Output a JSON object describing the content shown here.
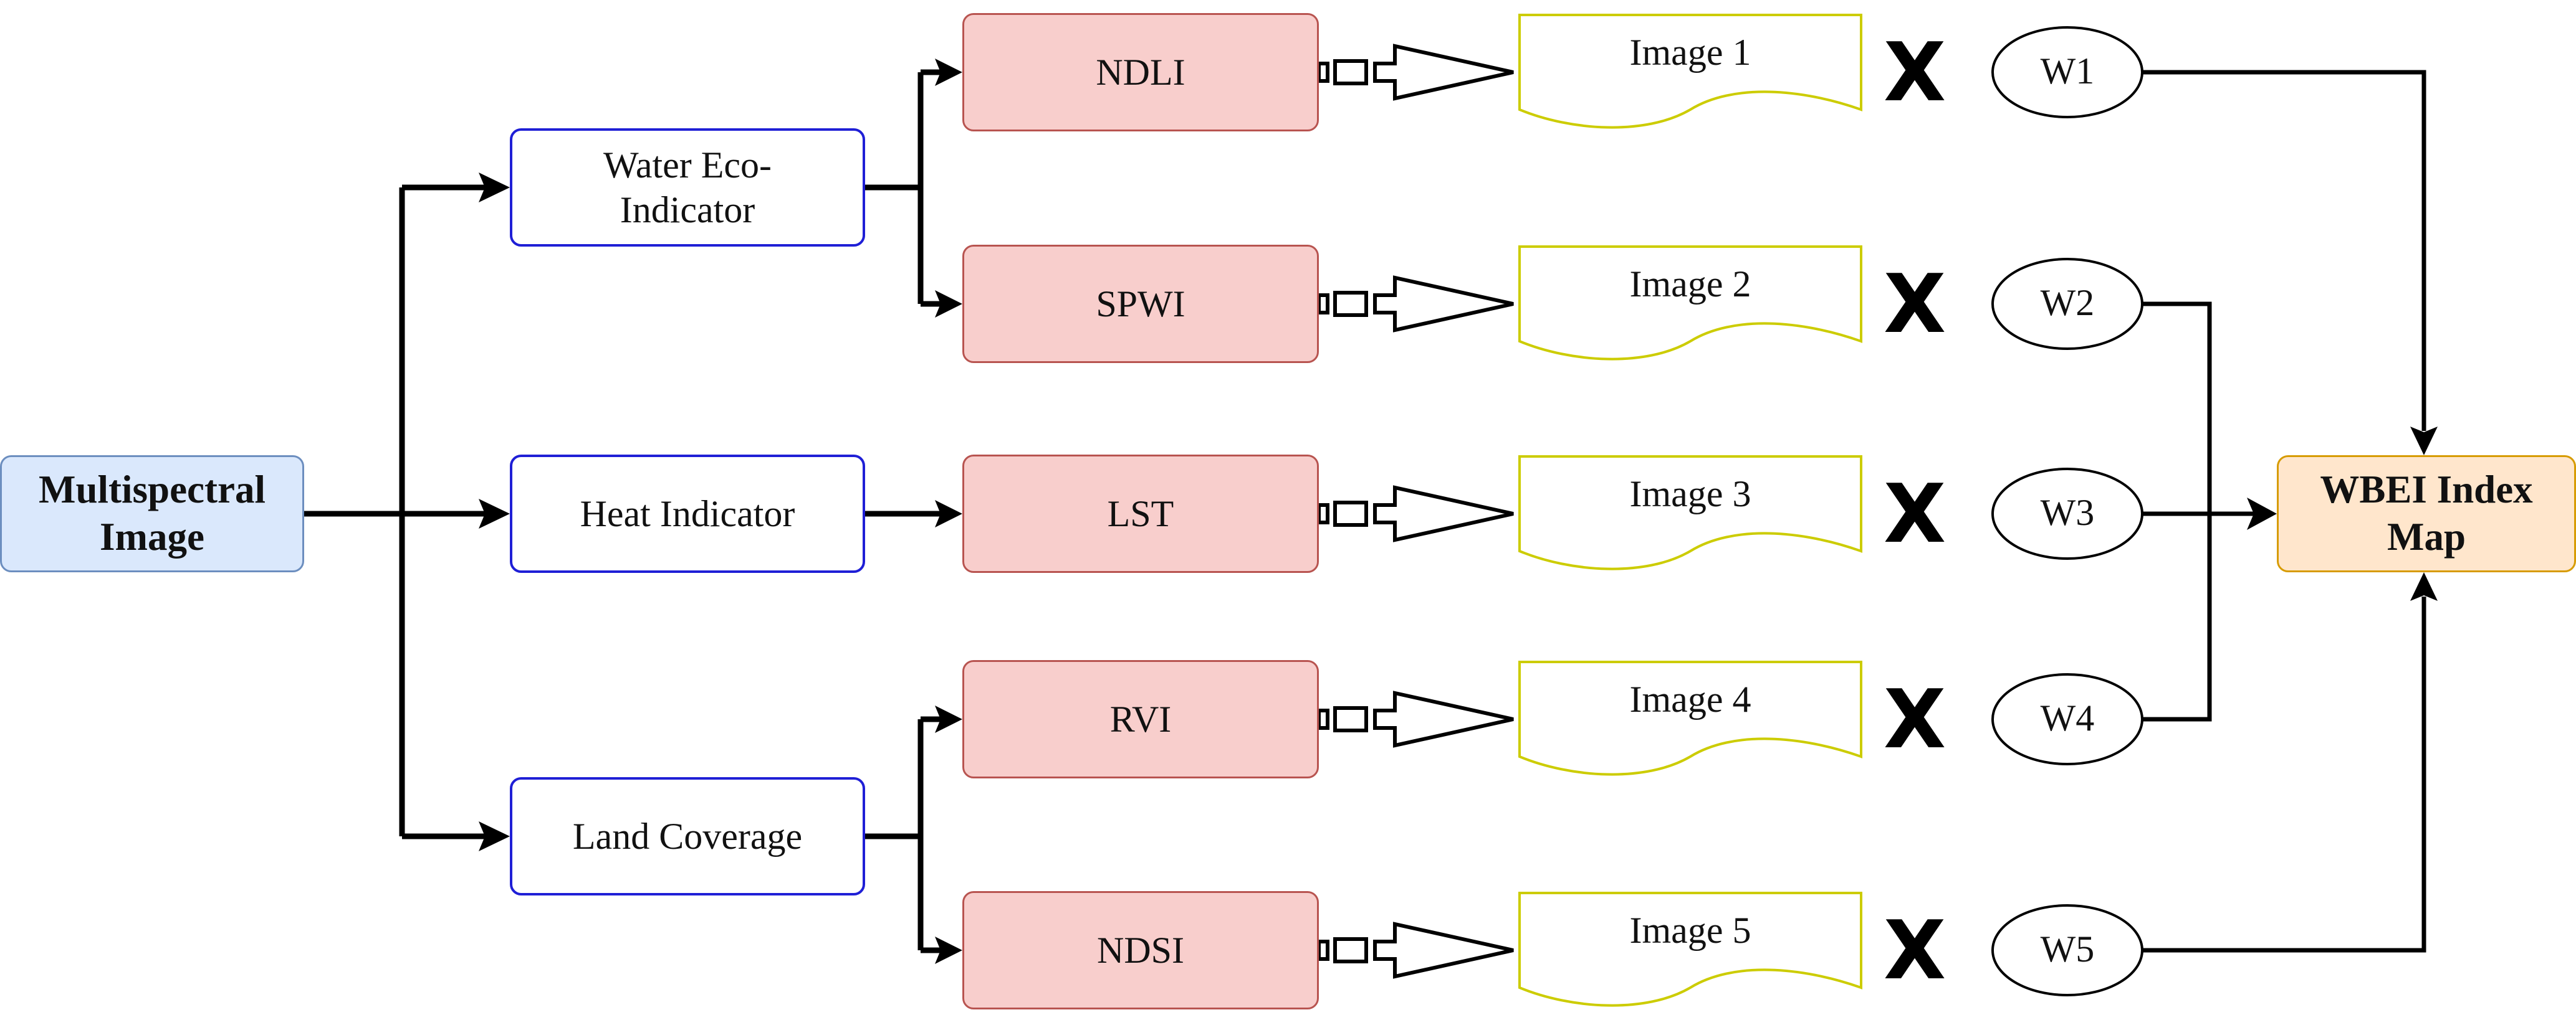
{
  "source_node": {
    "line1": "Multispectral",
    "line2": "Image"
  },
  "indicators": [
    {
      "line1": "Water Eco-",
      "line2": "Indicator"
    },
    {
      "label": "Heat Indicator"
    },
    {
      "label": "Land Coverage"
    }
  ],
  "indices": [
    {
      "label": "NDLI"
    },
    {
      "label": "SPWI"
    },
    {
      "label": "LST"
    },
    {
      "label": "RVI"
    },
    {
      "label": "NDSI"
    }
  ],
  "images": [
    {
      "label": "Image 1"
    },
    {
      "label": "Image 2"
    },
    {
      "label": "Image 3"
    },
    {
      "label": "Image 4"
    },
    {
      "label": "Image 5"
    }
  ],
  "multiply_symbol": "X",
  "weights": [
    {
      "label": "W1"
    },
    {
      "label": "W2"
    },
    {
      "label": "W3"
    },
    {
      "label": "W4"
    },
    {
      "label": "W5"
    }
  ],
  "result_node": {
    "line1": "WBEI Index",
    "line2": "Map"
  },
  "colors": {
    "source_fill": "#dae8fc",
    "source_stroke": "#6c8ebf",
    "indicator_stroke": "#1f1fd6",
    "index_fill": "#f8cecc",
    "index_stroke": "#b85450",
    "document_stroke": "#cccc00",
    "result_fill": "#ffe6cc",
    "result_stroke": "#d79b00"
  }
}
